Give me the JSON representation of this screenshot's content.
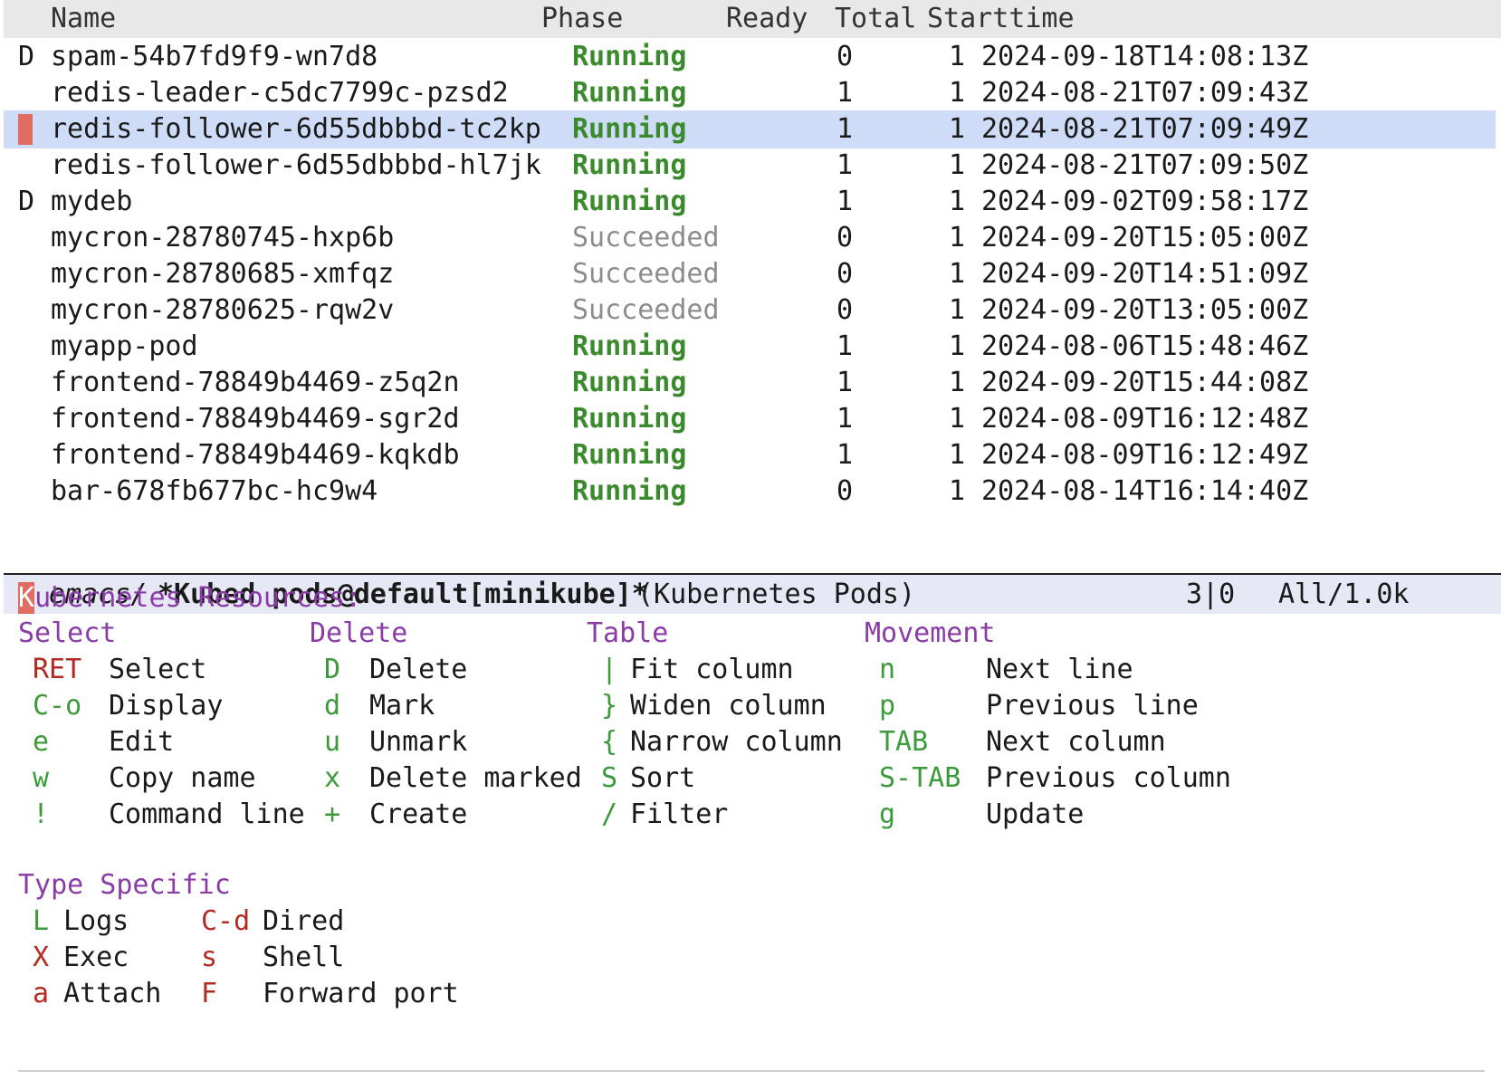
{
  "table": {
    "headers": {
      "name": "Name",
      "phase": "Phase",
      "ready": "Ready",
      "total": "Total",
      "starttime": "Starttime"
    },
    "rows": [
      {
        "mark": "D",
        "name": "spam-54b7fd9f9-wn7d8",
        "phase": "Running",
        "ready": "0",
        "total": "1",
        "starttime": "2024-09-18T14:08:13Z"
      },
      {
        "mark": "",
        "name": "redis-leader-c5dc7799c-pzsd2",
        "phase": "Running",
        "ready": "1",
        "total": "1",
        "starttime": "2024-08-21T07:09:43Z"
      },
      {
        "mark": "",
        "name": "redis-follower-6d55dbbbd-tc2kp",
        "phase": "Running",
        "ready": "1",
        "total": "1",
        "starttime": "2024-08-21T07:09:49Z"
      },
      {
        "mark": "",
        "name": "redis-follower-6d55dbbbd-hl7jk",
        "phase": "Running",
        "ready": "1",
        "total": "1",
        "starttime": "2024-08-21T07:09:50Z"
      },
      {
        "mark": "D",
        "name": "mydeb",
        "phase": "Running",
        "ready": "1",
        "total": "1",
        "starttime": "2024-09-02T09:58:17Z"
      },
      {
        "mark": "",
        "name": "mycron-28780745-hxp6b",
        "phase": "Succeeded",
        "ready": "0",
        "total": "1",
        "starttime": "2024-09-20T15:05:00Z"
      },
      {
        "mark": "",
        "name": "mycron-28780685-xmfqz",
        "phase": "Succeeded",
        "ready": "0",
        "total": "1",
        "starttime": "2024-09-20T14:51:09Z"
      },
      {
        "mark": "",
        "name": "mycron-28780625-rqw2v",
        "phase": "Succeeded",
        "ready": "0",
        "total": "1",
        "starttime": "2024-09-20T13:05:00Z"
      },
      {
        "mark": "",
        "name": "myapp-pod",
        "phase": "Running",
        "ready": "1",
        "total": "1",
        "starttime": "2024-08-06T15:48:46Z"
      },
      {
        "mark": "",
        "name": "frontend-78849b4469-z5q2n",
        "phase": "Running",
        "ready": "1",
        "total": "1",
        "starttime": "2024-09-20T15:44:08Z"
      },
      {
        "mark": "",
        "name": "frontend-78849b4469-sgr2d",
        "phase": "Running",
        "ready": "1",
        "total": "1",
        "starttime": "2024-08-09T16:12:48Z"
      },
      {
        "mark": "",
        "name": "frontend-78849b4469-kqkdb",
        "phase": "Running",
        "ready": "1",
        "total": "1",
        "starttime": "2024-08-09T16:12:49Z"
      },
      {
        "mark": "",
        "name": "bar-678fb677bc-hc9w4",
        "phase": "Running",
        "ready": "0",
        "total": "1",
        "starttime": "2024-08-14T16:14:40Z"
      }
    ]
  },
  "mode_line": {
    "star": "*",
    "dir": "emacs/",
    "buffer": "*Kubed pods@default[minikube]*",
    "mode": "(Kubernetes Pods)",
    "count": "3|0",
    "position": "All/1.0k"
  },
  "menu": {
    "title_first": "K",
    "title_rest": "ubernetes Resources:",
    "groups": [
      {
        "title": "Select",
        "items": [
          {
            "key": "RET",
            "label": "Select",
            "key_color": "red"
          },
          {
            "key": "C-o",
            "label": "Display",
            "key_color": "green"
          },
          {
            "key": "e",
            "label": "Edit",
            "key_color": "green"
          },
          {
            "key": "w",
            "label": "Copy name",
            "key_color": "green"
          },
          {
            "key": "!",
            "label": "Command line",
            "key_color": "green"
          }
        ]
      },
      {
        "title": "Delete",
        "items": [
          {
            "key": "D",
            "label": "Delete",
            "key_color": "green"
          },
          {
            "key": "d",
            "label": "Mark",
            "key_color": "green"
          },
          {
            "key": "u",
            "label": "Unmark",
            "key_color": "green"
          },
          {
            "key": "x",
            "label": "Delete marked",
            "key_color": "green"
          },
          {
            "key": "+",
            "label": "Create",
            "key_color": "green"
          }
        ]
      },
      {
        "title": "Table",
        "items": [
          {
            "key": "|",
            "label": "Fit column",
            "key_color": "green"
          },
          {
            "key": "}",
            "label": "Widen column",
            "key_color": "green"
          },
          {
            "key": "{",
            "label": "Narrow column",
            "key_color": "green"
          },
          {
            "key": "S",
            "label": "Sort",
            "key_color": "green"
          },
          {
            "key": "/",
            "label": "Filter",
            "key_color": "green"
          }
        ]
      },
      {
        "title": "Movement",
        "items": [
          {
            "key": "n",
            "label": "Next line",
            "key_color": "green"
          },
          {
            "key": "p",
            "label": "Previous line",
            "key_color": "green"
          },
          {
            "key": "TAB",
            "label": "Next column",
            "key_color": "green"
          },
          {
            "key": "S-TAB",
            "label": "Previous column",
            "key_color": "green"
          },
          {
            "key": "g",
            "label": "Update",
            "key_color": "green"
          }
        ]
      }
    ],
    "type_specific": {
      "title": "Type Specific",
      "columns": [
        [
          {
            "key": "L",
            "label": "Logs",
            "key_color": "green"
          },
          {
            "key": "X",
            "label": "Exec",
            "key_color": "red"
          },
          {
            "key": "a",
            "label": "Attach",
            "key_color": "red"
          }
        ],
        [
          {
            "key": "C-d",
            "label": "Dired",
            "key_color": "red"
          },
          {
            "key": "s",
            "label": "Shell",
            "key_color": "red"
          },
          {
            "key": "F",
            "label": "Forward port",
            "key_color": "red"
          }
        ]
      ]
    }
  },
  "selection": {
    "selected_row": 2
  }
}
